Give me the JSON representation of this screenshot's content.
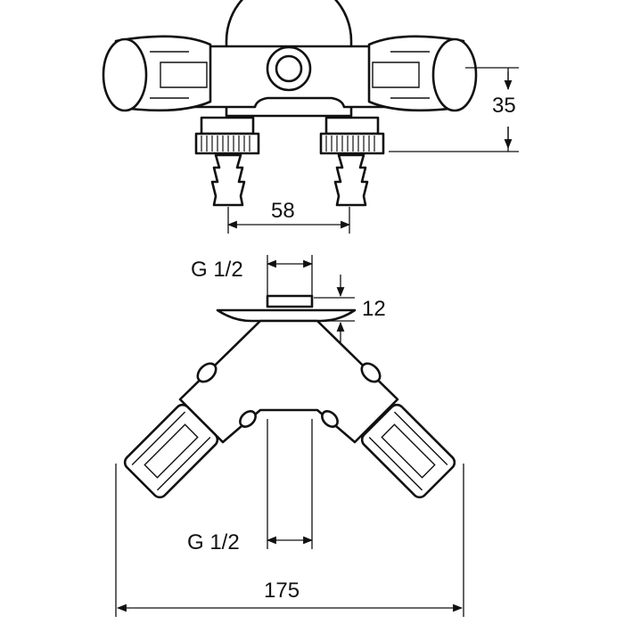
{
  "dimensions": {
    "height_top": "35",
    "spacing_outlets": "58",
    "thread_top": "G 1/2",
    "flange_thickness": "12",
    "thread_bottom": "G 1/2",
    "overall_width": "175"
  }
}
